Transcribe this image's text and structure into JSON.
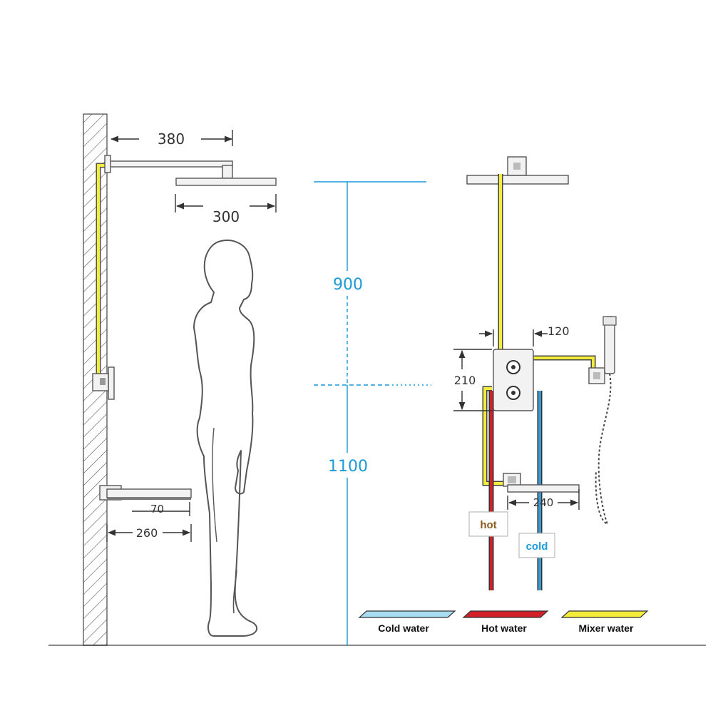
{
  "dimensions": {
    "arm_length": "380",
    "head_width": "300",
    "upper_height": "900",
    "lower_height": "1100",
    "valve_width": "120",
    "valve_height": "210",
    "spout_offset": "70",
    "spout_length": "260",
    "spout_front_length": "240"
  },
  "tags": {
    "hot": "hot",
    "cold": "cold"
  },
  "legend": [
    {
      "label": "Cold water",
      "color": "#a8dcf0"
    },
    {
      "label": "Hot water",
      "color": "#d0202a"
    },
    {
      "label": "Mixer water",
      "color": "#f4ec3c"
    }
  ],
  "colors": {
    "cold": "#3a98d0",
    "hot": "#d0202a",
    "mixer": "#f4ec3c",
    "measure": "#1a9ad6"
  }
}
